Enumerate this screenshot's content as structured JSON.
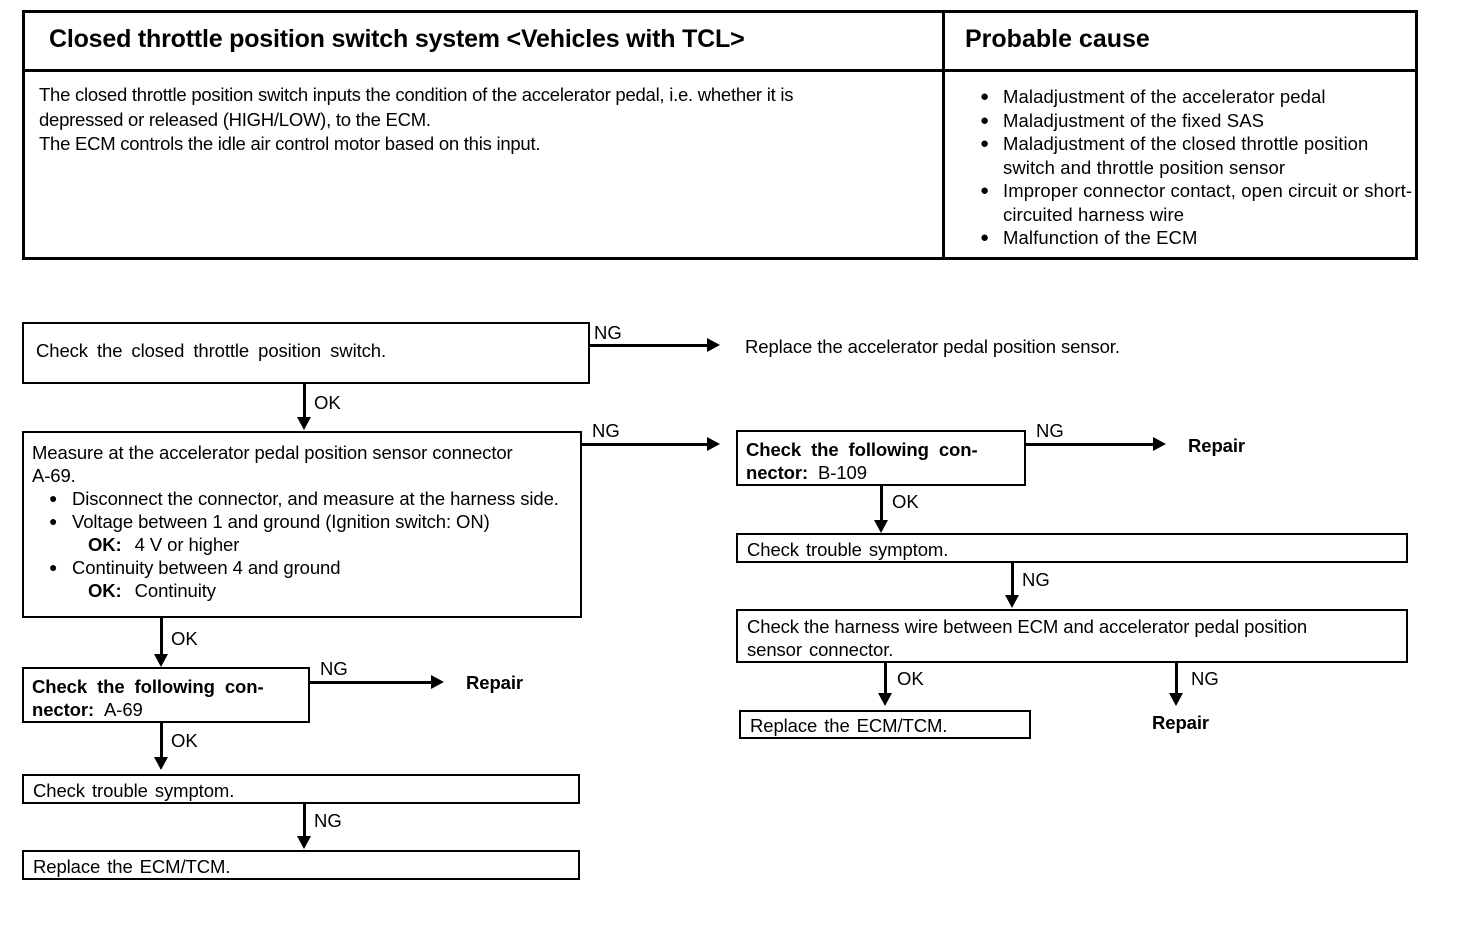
{
  "table": {
    "header_left": "Closed throttle position switch system <Vehicles with TCL>",
    "header_right": "Probable cause",
    "description_line1": "The closed throttle position switch inputs the condition of the accelerator pedal, i.e. whether it is",
    "description_line2": "depressed or released (HIGH/LOW), to the ECM.",
    "description_line3": "The ECM controls the idle air control motor based on this input.",
    "causes": [
      "Maladjustment of the accelerator pedal",
      "Maladjustment of the fixed SAS",
      "Maladjustment of the closed throttle position switch and throttle position sensor",
      "Improper connector contact, open circuit or short-circuited harness wire",
      "Malfunction of the ECM"
    ],
    "bullet_glyph": "●"
  },
  "flow": {
    "step1": "Check the closed throttle position switch.",
    "step1_ng_label": "NG",
    "step1_ng_result": "Replace the accelerator pedal position sensor.",
    "step1_ok_label": "OK",
    "step2_title_line1": "Measure at the accelerator pedal position sensor connector",
    "step2_title_line2": "A-69.",
    "step2_bullets": [
      "Disconnect the connector, and measure at the harness side.",
      "Voltage between 1 and ground (Ignition switch: ON)",
      "Continuity between 4 and ground"
    ],
    "step2_ok_label_1": "OK:",
    "step2_ok_value_1": "4 V or higher",
    "step2_ok_label_2": "OK:",
    "step2_ok_value_2": "Continuity",
    "step2_ng_label": "NG",
    "step2_ok_label": "OK",
    "connector_a69_line1": "Check the following con-",
    "connector_a69_line2_bold": "nector:",
    "connector_a69_line2_value": "A-69",
    "connector_a69_ng_label": "NG",
    "connector_a69_ng_result": "Repair",
    "connector_a69_ok_label": "OK",
    "left_trouble": "Check trouble symptom.",
    "left_trouble_ng_label": "NG",
    "left_replace": "Replace the ECM/TCM.",
    "connector_b109_line1": "Check the following con-",
    "connector_b109_line2_bold": "nector:",
    "connector_b109_line2_value": "B-109",
    "connector_b109_ng_label": "NG",
    "connector_b109_ng_result": "Repair",
    "connector_b109_ok_label": "OK",
    "right_trouble": "Check trouble symptom.",
    "right_trouble_ng_label": "NG",
    "harness_line1": "Check the harness wire between ECM and accelerator pedal position",
    "harness_line2": "sensor connector.",
    "harness_ok_label": "OK",
    "harness_ng_label": "NG",
    "right_replace": "Replace the ECM/TCM.",
    "harness_ng_result": "Repair"
  }
}
